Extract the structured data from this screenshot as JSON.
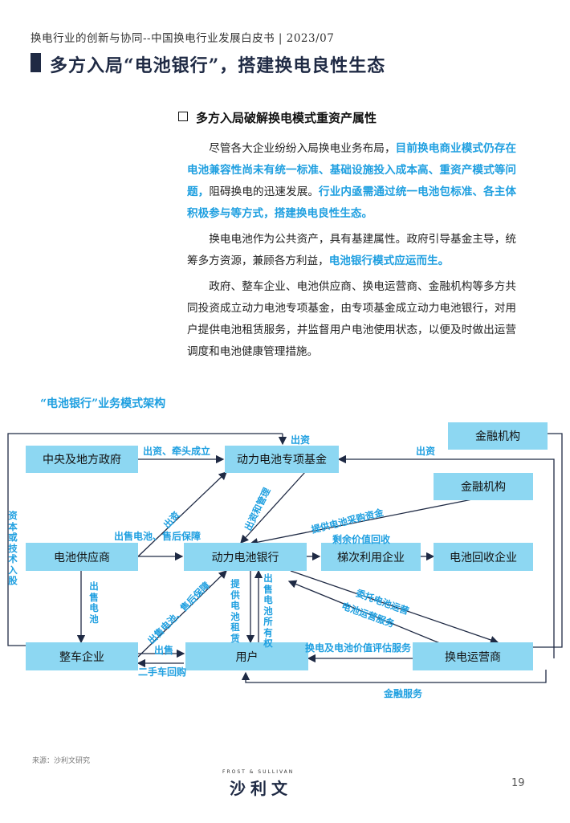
{
  "header": "换电行业的创新与协同--中国换电行业发展白皮书 | 2023/07",
  "title": "多方入局“电池银行”，搭建换电良性生态",
  "subtitle": "多方入局破解换电模式重资产属性",
  "p1": {
    "a": "尽管各大企业纷纷入局换电业务布局，",
    "b": "目前换电商业模式仍存在电池兼容性尚未有统一标准、基础设施投入成本高、重资产模式等问题，",
    "c": "阻碍换电的迅速发展。",
    "d": "行业内亟需通过统一电池包标准、各主体积极参与等方式，搭建换电良性生态。"
  },
  "p2": {
    "a": "换电电池作为公共资产，具有基建属性。政府引导基金主导，统筹多方资源，兼顾各方利益，",
    "b": "电池银行模式应运而生。"
  },
  "p3": "政府、整车企业、电池供应商、换电运营商、金融机构等多方共同投资成立动力电池专项基金，由专项基金成立动力电池银行，对用户提供电池租赁服务，并监督用户电池使用状态，以便及时做出运营调度和电池健康管理措施。",
  "diagram": {
    "title": "“电池银行”业务模式架构",
    "nodes": {
      "gov": "中央及地方政府",
      "fund": "动力电池专项基金",
      "finance1": "金融机构",
      "finance2": "金融机构",
      "supplier": "电池供应商",
      "bank": "动力电池银行",
      "cascade": "梯次利用企业",
      "recycle": "电池回收企业",
      "oem": "整车企业",
      "user": "用户",
      "operator": "换电运营商"
    },
    "labels": {
      "invest_top": "出资",
      "invest_right": "出资",
      "gov_fund": "出资、牵头成立",
      "supplier_fund": "出资",
      "fund_bank": "出资和管理",
      "finance_bank": "提供电池采购资金",
      "capital_left": "资本或技术入股",
      "supplier_bank": "出售电池、售后保障",
      "residual": "剩余价值回收",
      "sell_battery": "出售电池",
      "supplier_user": "出售电池、售后保障",
      "lease": "提供电池租赁",
      "ownership": "出售电池所有权",
      "entrust": "委托电池运营",
      "ops_service": "电池运营服务",
      "swap_eval": "换电及电池价值评估服务",
      "oem_user_sell": "出售",
      "used_car": "二手车回购",
      "finance_service": "金融服务"
    }
  },
  "source": "来源：沙利文研究",
  "logo_top": "FROST & SULLIVAN",
  "logo": "沙利文",
  "page_number": "19",
  "colors": {
    "accent": "#1e9fe0",
    "node": "#8dd7f2",
    "navy": "#1f2a44"
  }
}
